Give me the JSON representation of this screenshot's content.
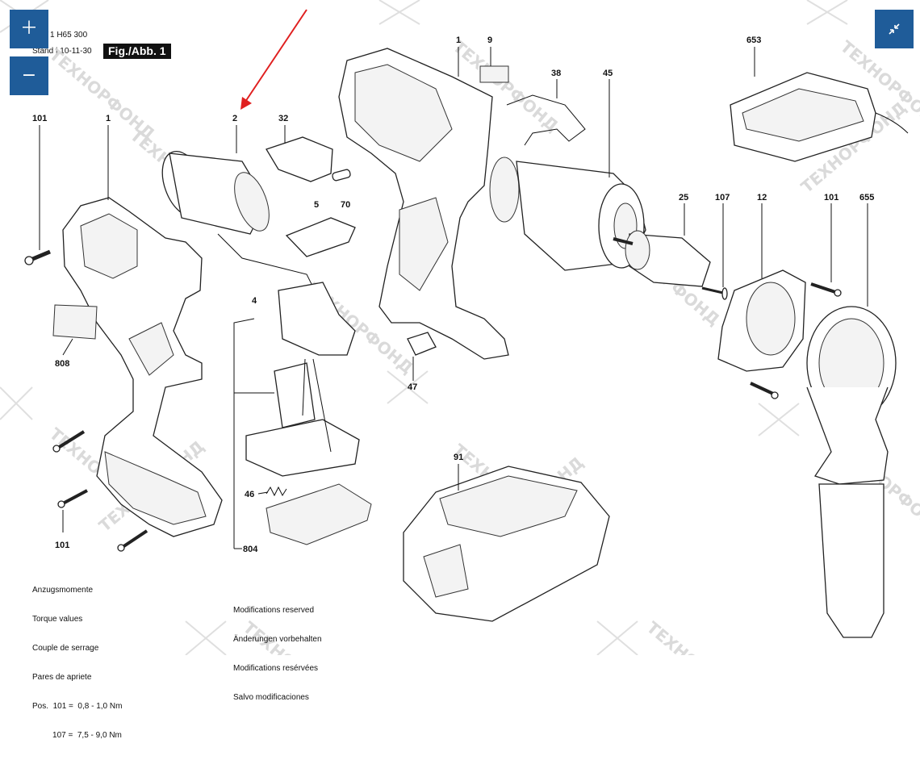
{
  "header": {
    "line1": "1 H65 300",
    "line2": "Stand | 10-11-30",
    "fig_label": "Fig./Abb. 1"
  },
  "controls": {
    "zoom_in_icon": "plus-icon",
    "zoom_out_icon": "minus-icon",
    "fullscreen_icon": "arrows-collapse-icon"
  },
  "callouts": {
    "p101_top": "101",
    "p1_left": "1",
    "p2": "2",
    "p32": "32",
    "p70": "70",
    "p5": "5",
    "p4": "4",
    "p1_center": "1",
    "p9": "9",
    "p38": "38",
    "p45": "45",
    "p653": "653",
    "p25": "25",
    "p107": "107",
    "p12": "12",
    "p101_right": "101",
    "p655": "655",
    "p808": "808",
    "p47": "47",
    "p91": "91",
    "p46": "46",
    "p804": "804",
    "p101_bottom": "101"
  },
  "torque": {
    "l1": "Anzugsmomente",
    "l2": "Torque values",
    "l3": "Couple de serrage",
    "l4": "Pares de apriete",
    "l5": "Pos.  101 =  0,8 - 1,0 Nm",
    "l6": "         107 =  7,5 - 9,0 Nm"
  },
  "modifications": {
    "l1": "Modifications reserved",
    "l2": "Änderungen vorbehalten",
    "l3": "Modifications resérvées",
    "l4": "Salvo modificaciones"
  },
  "colors": {
    "zoom_button": "#1f5c99",
    "annotation_arrow": "#e02020"
  }
}
